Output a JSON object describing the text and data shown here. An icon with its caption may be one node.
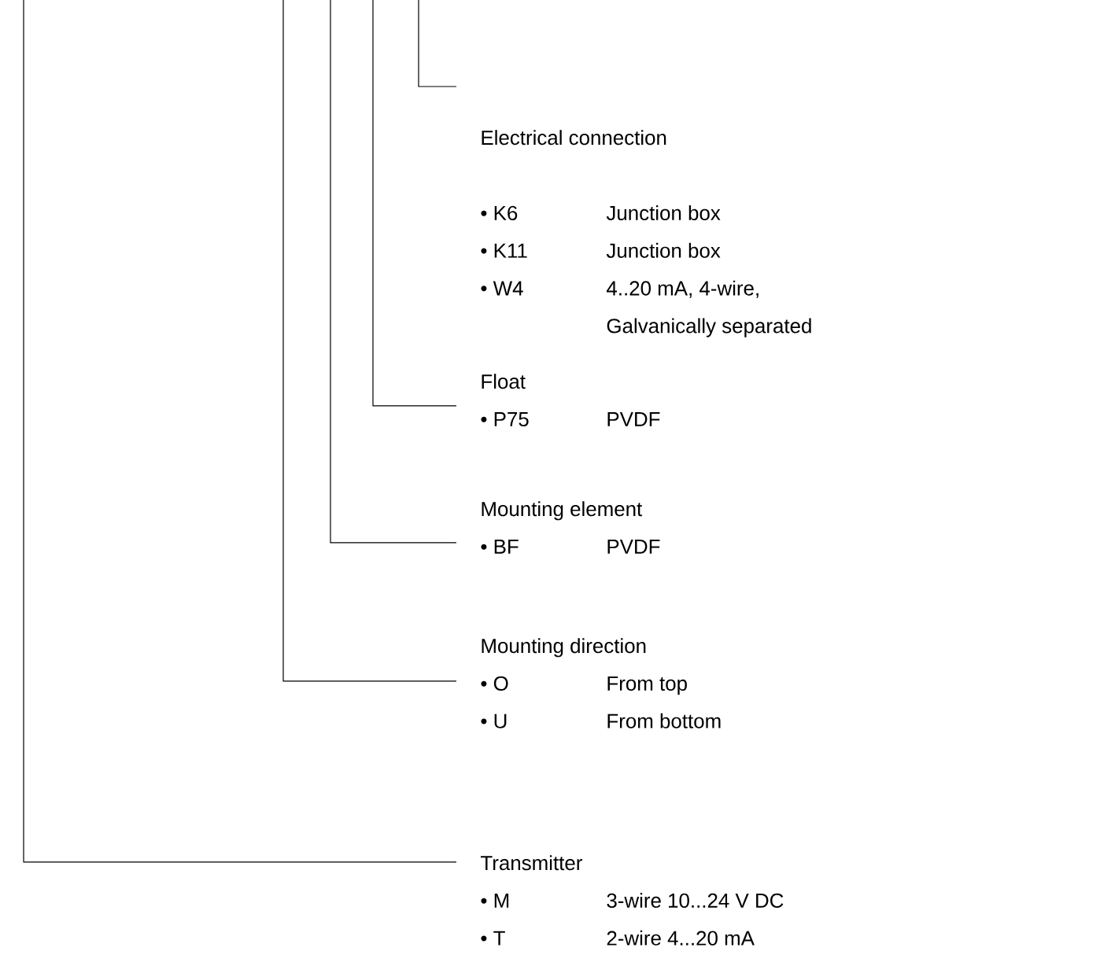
{
  "diagram": {
    "nodes": [
      {
        "text": [
          "Electrical connection",
          "• K6",
          "Junction box",
          "• K11",
          "Junction box",
          "• W4",
          "4..20 mA, 4-wire, Galvanically separated"
        ]
      },
      {
        "text": [
          "Float",
          "• P75",
          "PVDF"
        ]
      },
      {
        "text": [
          "Mounting element",
          "• BF",
          "PVDF"
        ]
      },
      {
        "text": [
          "Mounting direction",
          "• O",
          "From top",
          "• U",
          "From bottom"
        ]
      },
      {
        "text": [
          "Transmitter",
          "• M",
          "3-wire 10...24 V DC",
          "• T",
          "2-wire 4...20 mA"
        ]
      }
    ],
    "edges": [
      {
        "from": null,
        "to": 0,
        "arrow": "none"
      },
      {
        "from": null,
        "to": 1,
        "arrow": "none"
      },
      {
        "from": null,
        "to": 2,
        "arrow": "none"
      },
      {
        "from": null,
        "to": 3,
        "arrow": "none"
      },
      {
        "from": null,
        "to": 4,
        "arrow": "none"
      }
    ]
  }
}
